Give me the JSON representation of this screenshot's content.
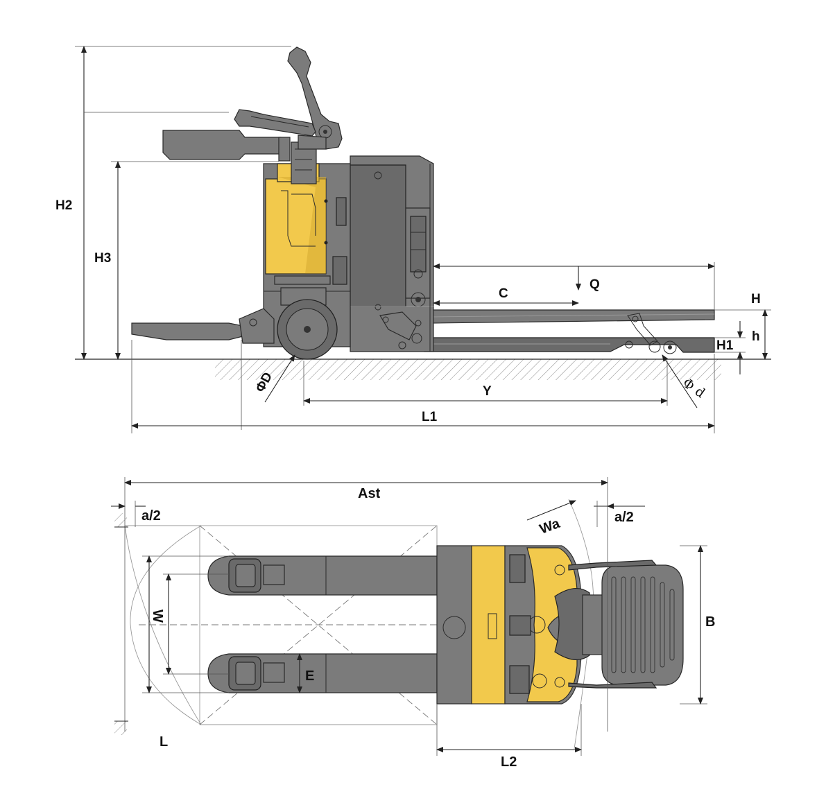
{
  "side_view": {
    "labels": {
      "H2": "H2",
      "H3": "H3",
      "H": "H",
      "h": "h",
      "H1": "H1",
      "Q": "Q",
      "C": "C",
      "Y": "Y",
      "L1": "L1",
      "D": "ΦD",
      "d": "Φ d"
    }
  },
  "top_view": {
    "labels": {
      "Ast": "Ast",
      "a2_left": "a/2",
      "a2_right": "a/2",
      "Wa": "Wa",
      "W": "W",
      "E": "E",
      "B": "B",
      "L": "L",
      "L2": "L2"
    }
  },
  "colors": {
    "body_gray": "#7b7b7b",
    "accent_yellow": "#f2c94c",
    "warning_red": "#c0282d"
  }
}
